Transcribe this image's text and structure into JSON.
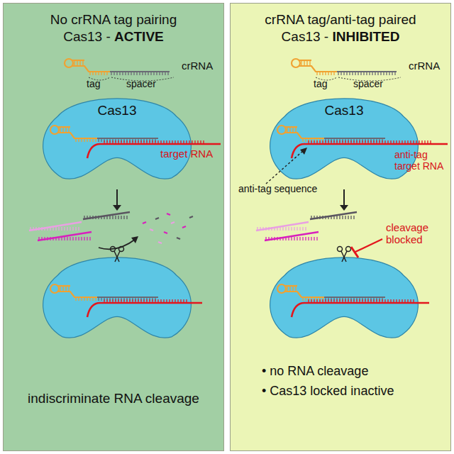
{
  "diagram": {
    "nodes": [
      {
        "text": [
          "No crRNA tag pairing",
          "Cas13 - ACTIVE",
          "indiscriminate RNA cleavage"
        ]
      },
      {
        "text": [
          "Cas13"
        ],
        "in": 0
      },
      {
        "text": [
          "crRNA tag/anti-tag paired",
          "Cas13 - INHIBITED",
          "• no RNA cleavage",
          "• Cas13 locked inactive"
        ]
      },
      {
        "text": [
          "Cas13"
        ],
        "in": 2
      }
    ],
    "labels": [
      "crRNA",
      "tag",
      "spacer",
      "target RNA",
      "crRNA",
      "tag",
      "spacer",
      "anti-tag sequence",
      "anti-tag target RNA",
      "cleavage blocked"
    ]
  }
}
